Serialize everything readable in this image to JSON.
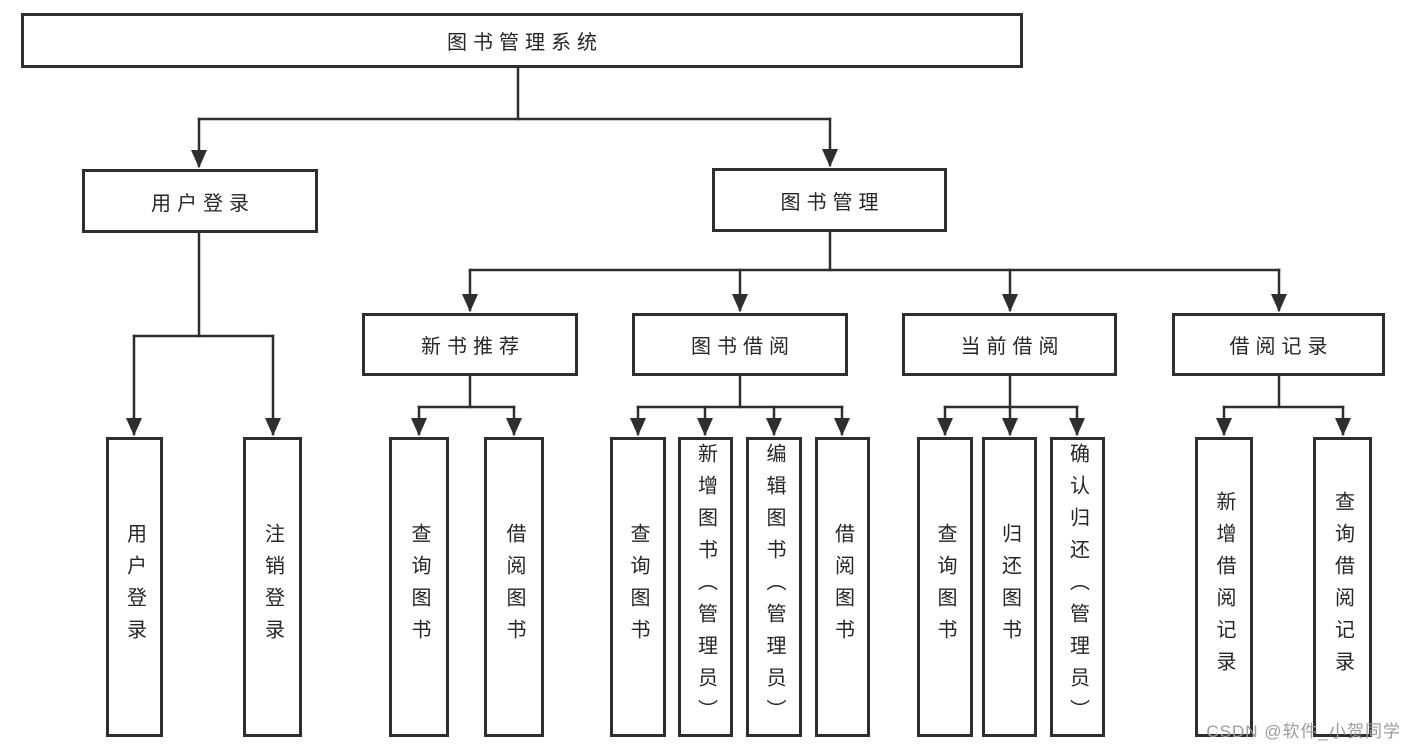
{
  "diagram": {
    "line_color": "#2e2e2e",
    "text_color": "#262626",
    "background": "#ffffff",
    "root": {
      "label": "图书管理系统"
    },
    "level2": [
      {
        "label": "用户登录"
      },
      {
        "label": "图书管理"
      }
    ],
    "level3": [
      {
        "label": "新书推荐"
      },
      {
        "label": "图书借阅"
      },
      {
        "label": "当前借阅"
      },
      {
        "label": "借阅记录"
      }
    ],
    "leaves": {
      "user_login": [
        "用户登录",
        "注销登录"
      ],
      "new_books": [
        "查询图书",
        "借阅图书"
      ],
      "book_borrowing": [
        "查询图书",
        "新增图书（管理员）",
        "编辑图书（管理员）",
        "借阅图书"
      ],
      "current_borrowing": [
        "查询图书",
        "归还图书",
        "确认归还（管理员）"
      ],
      "borrow_records": [
        "新增借阅记录",
        "查询借阅记录"
      ]
    }
  },
  "watermark": {
    "text": "CSDN @软件_小贺同学",
    "color": "#9c9c9c"
  }
}
